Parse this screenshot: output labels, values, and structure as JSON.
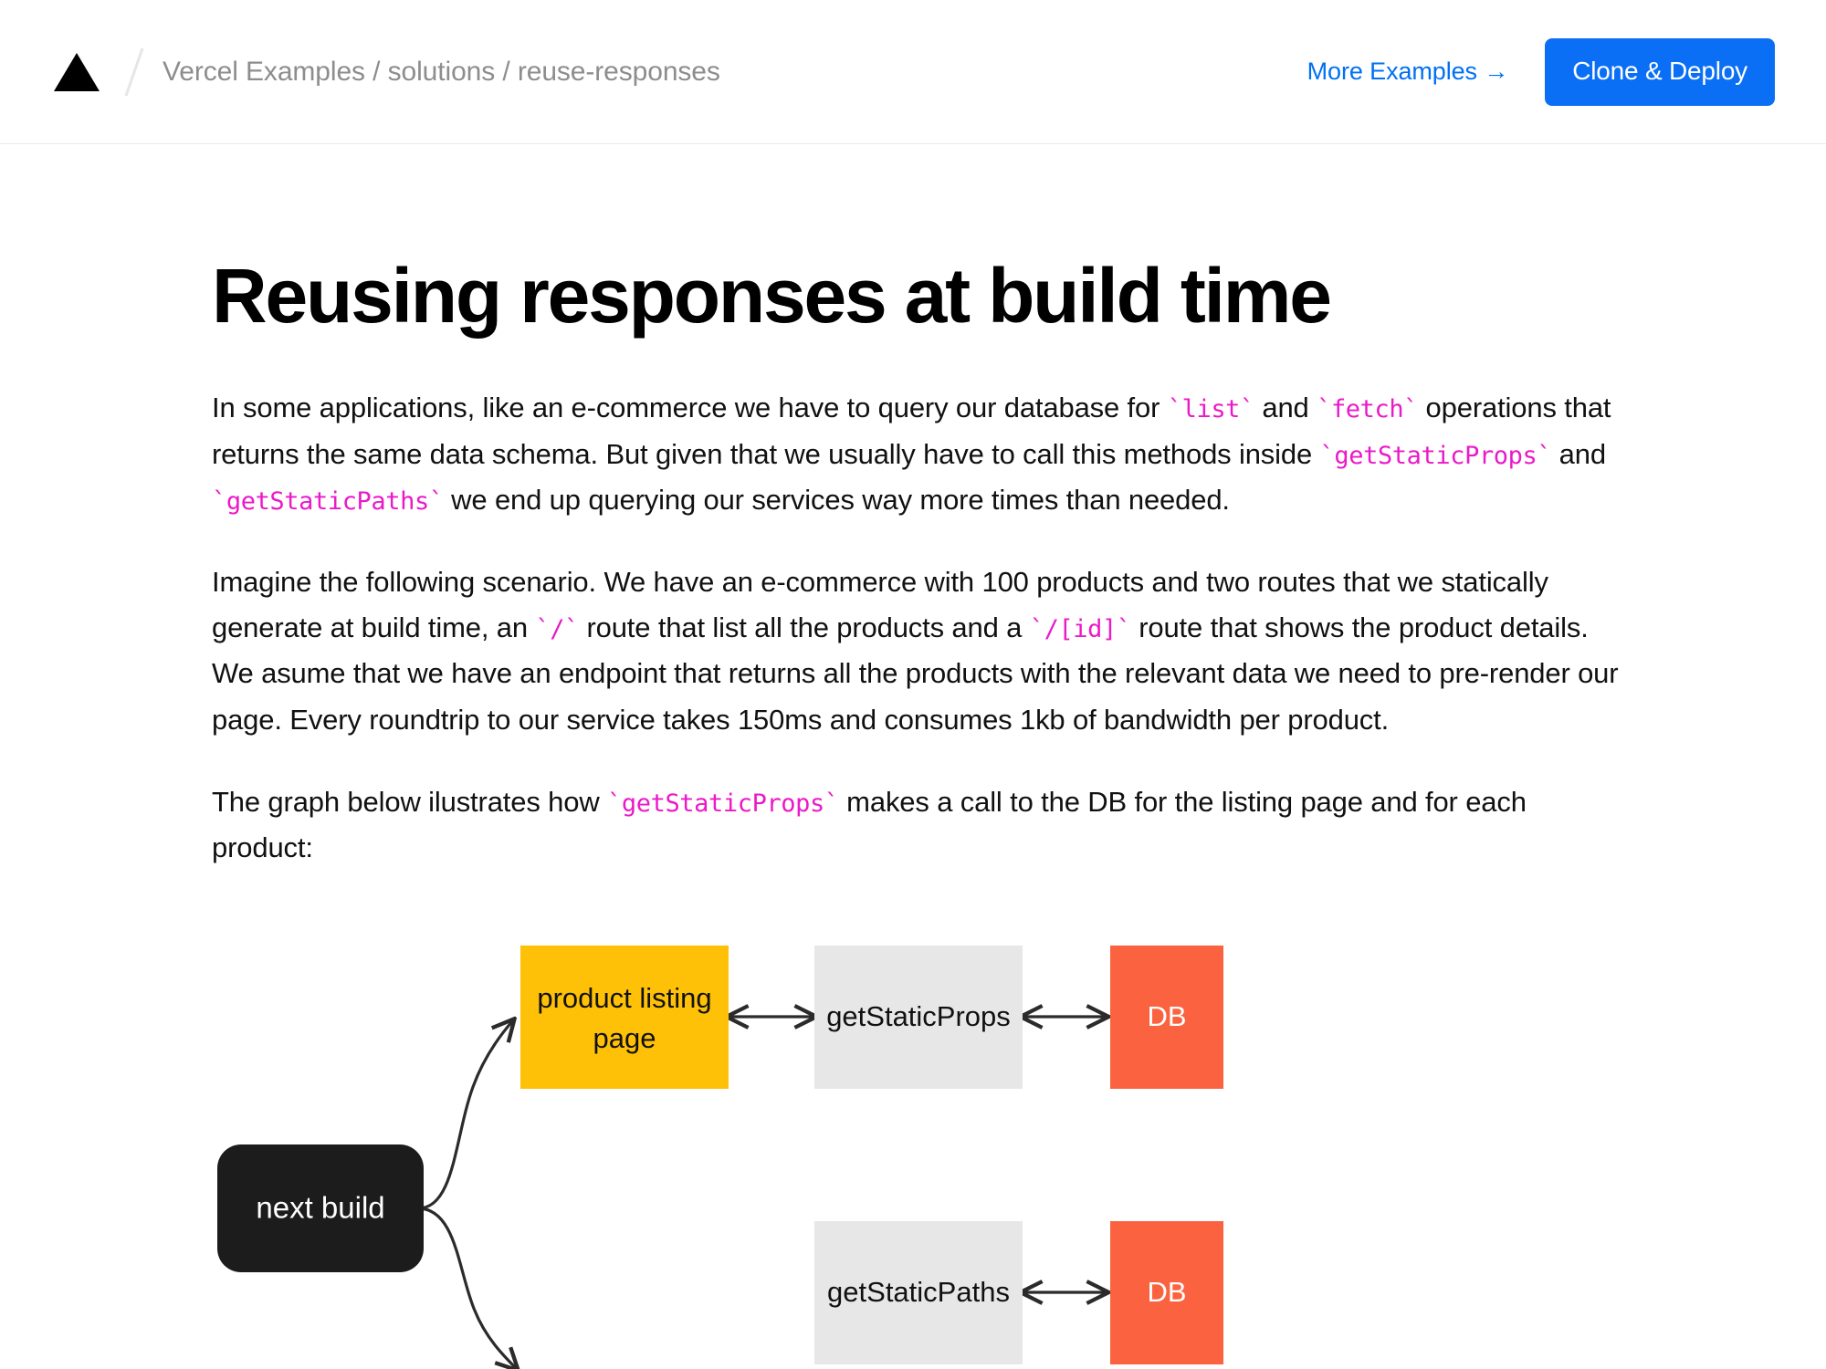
{
  "header": {
    "logo_icon": "vercel-triangle-logo",
    "separator": "/",
    "breadcrumb": "Vercel Examples / solutions / reuse-responses",
    "more_examples_label": "More Examples →",
    "clone_deploy_label": "Clone & Deploy",
    "accent_blue": "#0070f3",
    "button_blue": "#0b6ff5"
  },
  "main": {
    "title": "Reusing responses at build time",
    "paragraphs": {
      "p1_a": "In some applications, like an e-commerce we have to query our database for ",
      "p1_code1": "`list`",
      "p1_b": " and ",
      "p1_code2": "`fetch`",
      "p1_c": " operations that returns the same data schema. But given that we usually have to call this methods inside ",
      "p1_code3": "`getStaticProps`",
      "p1_d": " and ",
      "p1_code4": "`getStaticPaths`",
      "p1_e": " we end up querying our services way more times than needed.",
      "p2_a": "Imagine the following scenario. We have an e-commerce with 100 products and two routes that we statically generate at build time, an ",
      "p2_code1": "`/`",
      "p2_b": " route that list all the products and a ",
      "p2_code2": "`/[id]`",
      "p2_c": " route that shows the product details. We asume that we have an endpoint that returns all the products with the relevant data we need to pre-render our page. Every roundtrip to our service takes 150ms and consumes 1kb of bandwidth per product.",
      "p3_a": "The graph below ilustrates how ",
      "p3_code1": "`getStaticProps`",
      "p3_b": " makes a call to the DB for the listing page and for each product:"
    },
    "inline_code_color": "#eb19c8"
  },
  "diagram": {
    "nodes": {
      "next_build": "next build",
      "product_listing_page": "product listing\npage",
      "product_listing_line1": "product listing",
      "product_listing_line2": "page",
      "get_static_props": "getStaticProps",
      "db_top": "DB",
      "get_static_paths": "getStaticPaths",
      "db_bottom": "DB"
    },
    "colors": {
      "next_build_bg": "#1c1c1c",
      "listing_bg": "#ffc107",
      "fn_bg": "#e7e7e7",
      "db_bg": "#fb6340",
      "edge": "#2b2b2b"
    }
  }
}
